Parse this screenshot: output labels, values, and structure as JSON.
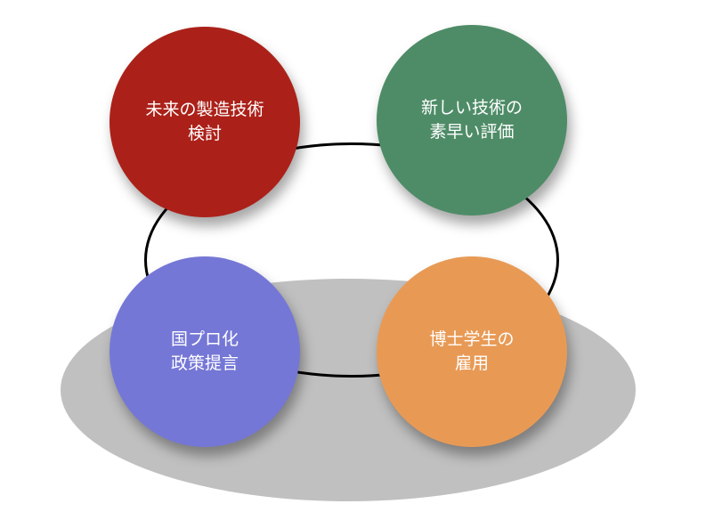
{
  "colors": {
    "background": "#ffffff",
    "base_ellipse": "#c0c0c0",
    "ring": "#000000",
    "text": "#ffffff"
  },
  "nodes": [
    {
      "id": "top-left",
      "lines": [
        "未来の製造技術",
        "検討"
      ],
      "color": "#ab2119"
    },
    {
      "id": "top-right",
      "lines": [
        "新しい技術の",
        "素早い評価"
      ],
      "color": "#4e8c67"
    },
    {
      "id": "bottom-left",
      "lines": [
        "国プロ化",
        "政策提言"
      ],
      "color": "#7577d6"
    },
    {
      "id": "bottom-right",
      "lines": [
        "博士学生の",
        "雇用"
      ],
      "color": "#e89a55"
    }
  ]
}
